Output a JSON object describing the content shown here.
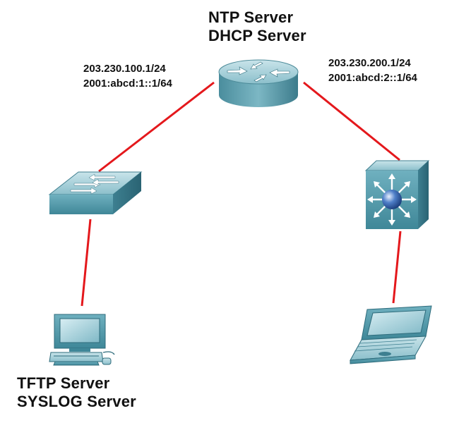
{
  "router": {
    "name": "router",
    "services": [
      "NTP Server",
      "DHCP Server"
    ]
  },
  "left_link": {
    "ipv4": "203.230.100.1/24",
    "ipv6": "2001:abcd:1::1/64"
  },
  "right_link": {
    "ipv4": "203.230.200.1/24",
    "ipv6": "2001:abcd:2::1/64"
  },
  "pc": {
    "services": [
      "TFTP Server",
      "SYSLOG Server"
    ]
  },
  "devices": {
    "switch_icon": "workgroup-switch-icon",
    "multilayer_icon": "multilayer-switch-icon",
    "pc_icon": "desktop-pc-icon",
    "laptop_icon": "laptop-icon"
  },
  "colors": {
    "link": "#e4181c",
    "device_face": "#5b9aa9",
    "device_dark": "#2c6f80",
    "device_light": "#9fcbd4"
  }
}
